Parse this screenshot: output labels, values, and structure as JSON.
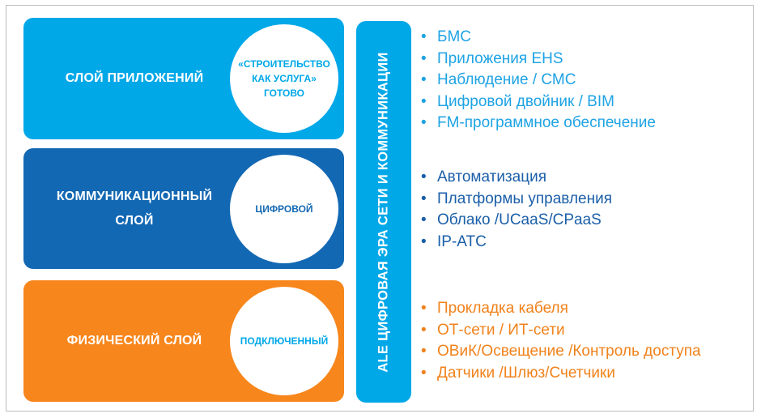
{
  "colors": {
    "application": "#00a8e8",
    "communication": "#1368b3",
    "physical": "#f7861c",
    "pillar": "#00a8e8"
  },
  "layers": {
    "application": {
      "label": "СЛОЙ ПРИЛОЖЕНИЙ",
      "circle": "«СТРОИТЕЛЬСТВО\nКАК УСЛУГА»\nГОТОВО"
    },
    "communication": {
      "label": "КОММУНИКАЦИОННЫЙ\nСЛОЙ",
      "circle": "ЦИФРОВОЙ"
    },
    "physical": {
      "label": "ФИЗИЧЕСКИЙ СЛОЙ",
      "circle": "ПОДКЛЮЧЕННЫЙ"
    }
  },
  "pillar": {
    "text": "ALE  ЦИФРОВАЯ ЭРА СЕТИ И КОММУНИКАЦИИ"
  },
  "lists": {
    "application": [
      "БМС",
      "Приложения EHS",
      "Наблюдение / СМС",
      "Цифровой двойник / BIM",
      "FM-программное обеспечение"
    ],
    "communication": [
      "Автоматизация",
      "Платформы управления",
      "Облако /UCaaS/CPaaS",
      "IP-АТС"
    ],
    "physical": [
      "Прокладка кабеля",
      "ОТ-сети / ИТ-сети",
      "ОВиК/Освещение /Контроль доступа",
      "Датчики /Шлюз/Счетчики"
    ]
  }
}
